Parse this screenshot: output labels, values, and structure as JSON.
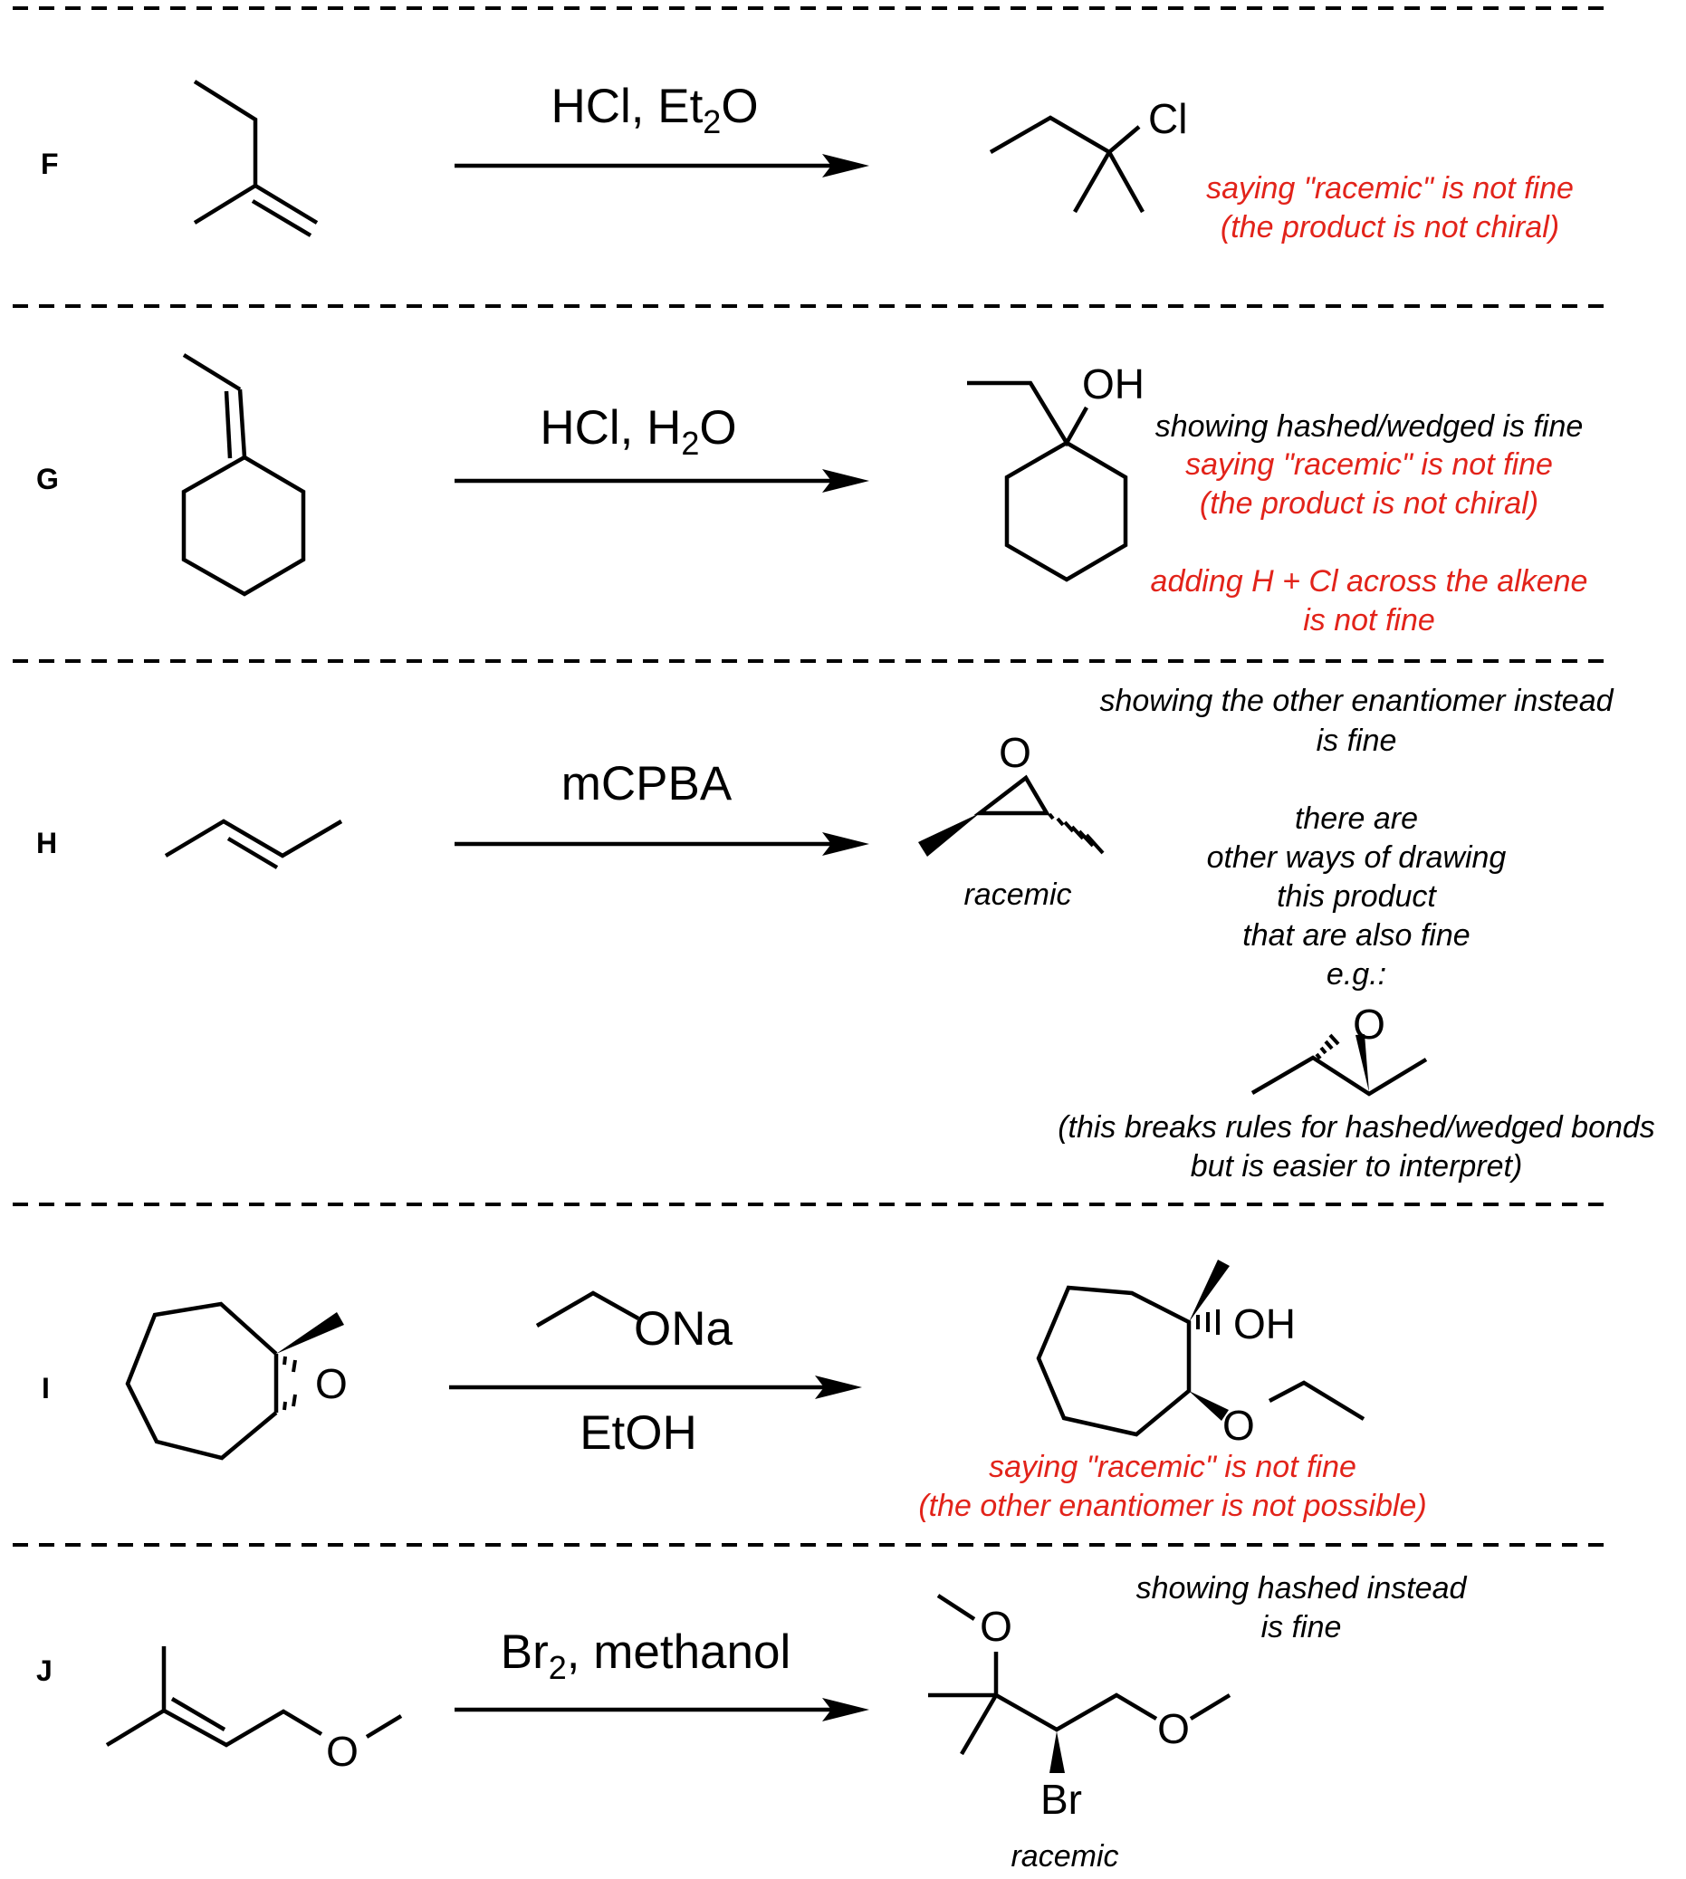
{
  "reactions": [
    {
      "label": "F",
      "reagent": {
        "main": "HCl, Et",
        "sub": "2",
        "tail": "O"
      },
      "product_atoms": {
        "cl": "Cl"
      },
      "notes": [
        {
          "text": "saying \"racemic\" is not fine",
          "color": "#e2231a"
        },
        {
          "text": "(the product is not chiral)",
          "color": "#e2231a"
        }
      ]
    },
    {
      "label": "G",
      "reagent": {
        "main": "HCl, H",
        "sub": "2",
        "tail": "O"
      },
      "product_atoms": {
        "oh": "OH"
      },
      "notes": [
        {
          "text": "showing hashed/wedged is fine",
          "color": "#000000"
        },
        {
          "text": "saying \"racemic\" is not fine",
          "color": "#e2231a"
        },
        {
          "text": "(the product is not chiral)",
          "color": "#e2231a"
        },
        {
          "text": "adding H + Cl across the alkene",
          "color": "#e2231a"
        },
        {
          "text": "is not fine",
          "color": "#e2231a"
        }
      ]
    },
    {
      "label": "H",
      "reagent": {
        "main": "mCPBA"
      },
      "product_atoms": {
        "o": "O",
        "o2": "O"
      },
      "product_caption": "racemic",
      "notes": [
        {
          "text": "showing the other enantiomer instead",
          "color": "#000000"
        },
        {
          "text": "is fine",
          "color": "#000000"
        },
        {
          "text": "there are",
          "color": "#000000"
        },
        {
          "text": "other ways of drawing",
          "color": "#000000"
        },
        {
          "text": "this product",
          "color": "#000000"
        },
        {
          "text": "that are also fine",
          "color": "#000000"
        },
        {
          "text": "e.g.:",
          "color": "#000000"
        },
        {
          "text": "(this breaks rules for hashed/wedged bonds",
          "color": "#000000"
        },
        {
          "text": "but is easier to interpret)",
          "color": "#000000"
        }
      ]
    },
    {
      "label": "I",
      "reagent": {
        "above": "ONa",
        "below": "EtOH"
      },
      "start_atoms": {
        "o": "O"
      },
      "product_atoms": {
        "oh": "OH",
        "o": "O"
      },
      "notes": [
        {
          "text": "saying \"racemic\" is not fine",
          "color": "#e2231a"
        },
        {
          "text": "(the other enantiomer is not possible)",
          "color": "#e2231a"
        }
      ]
    },
    {
      "label": "J",
      "reagent": {
        "main": "Br",
        "sub": "2",
        "tail": ", methanol"
      },
      "start_atoms": {
        "o": "O"
      },
      "product_atoms": {
        "o1": "O",
        "o2": "O",
        "br": "Br"
      },
      "product_caption": "racemic",
      "notes": [
        {
          "text": "showing hashed instead",
          "color": "#000000"
        },
        {
          "text": "is fine",
          "color": "#000000"
        }
      ]
    }
  ]
}
